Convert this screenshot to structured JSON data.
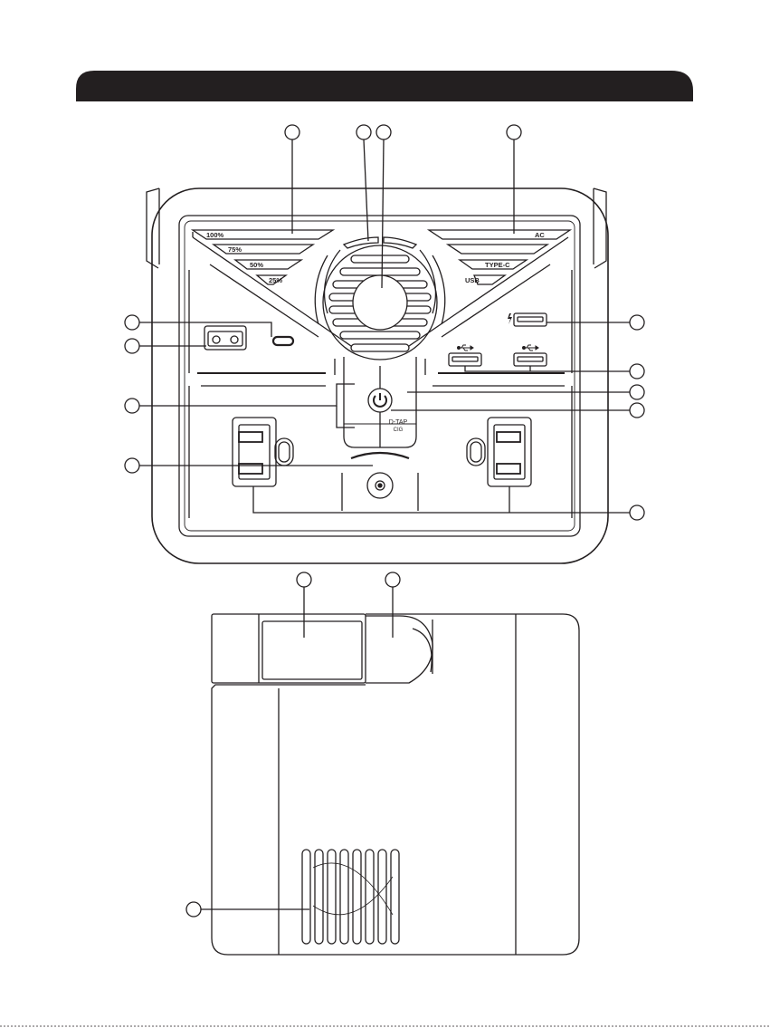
{
  "header_bar": {
    "color": "#231f20"
  },
  "colors": {
    "stroke": "#231f20",
    "background": "#ffffff"
  },
  "battery_indicator": {
    "levels": [
      "100%",
      "75%",
      "50%",
      "25%"
    ]
  },
  "output_indicator": {
    "labels": [
      "AC",
      "",
      "TYPE-C",
      "USB"
    ]
  },
  "dtap_button": {
    "label_line1": "D-TAP",
    "label_line2": "CIG"
  },
  "icons": {
    "power": "power-icon",
    "usb": "usb-icon",
    "quick_charge": "lightning-icon",
    "dc_input": "dc-input-icon"
  }
}
